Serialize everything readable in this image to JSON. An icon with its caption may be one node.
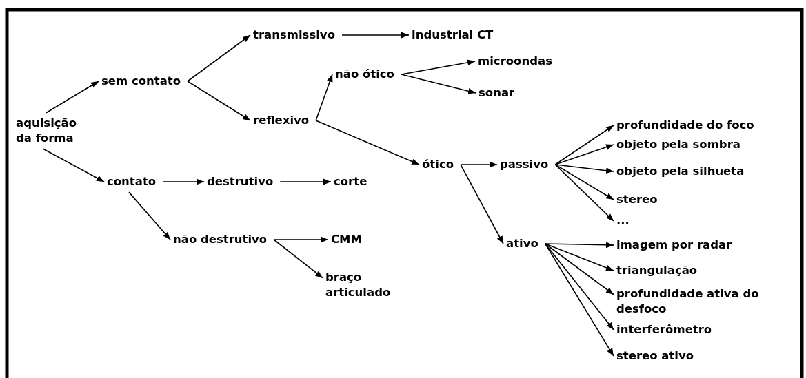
{
  "diagram": {
    "nodes": [
      {
        "text": [
          "aquisição da forma"
        ]
      },
      {
        "text": [
          "sem contato"
        ]
      },
      {
        "text": [
          "contato"
        ]
      },
      {
        "text": [
          "transmissivo"
        ]
      },
      {
        "text": [
          "reflexivo"
        ]
      },
      {
        "text": [
          "industrial CT"
        ]
      },
      {
        "text": [
          "não ótico"
        ]
      },
      {
        "text": [
          "microondas"
        ]
      },
      {
        "text": [
          "sonar"
        ]
      },
      {
        "text": [
          "destrutivo"
        ]
      },
      {
        "text": [
          "corte"
        ]
      },
      {
        "text": [
          "ótico"
        ]
      },
      {
        "text": [
          "passivo"
        ]
      },
      {
        "text": [
          "não destrutivo"
        ]
      },
      {
        "text": [
          "CMM"
        ]
      },
      {
        "text": [
          "braço articulado"
        ]
      },
      {
        "text": [
          "ativo"
        ]
      },
      {
        "text": [
          "profundidade do foco"
        ]
      },
      {
        "text": [
          "objeto pela sombra"
        ]
      },
      {
        "text": [
          "objeto pela silhueta"
        ]
      },
      {
        "text": [
          "stereo"
        ]
      },
      {
        "text": [
          "..."
        ]
      },
      {
        "text": [
          "imagem por radar"
        ]
      },
      {
        "text": [
          "triangulação"
        ]
      },
      {
        "text": [
          "profundidade ativa do desfoco"
        ]
      },
      {
        "text": [
          "interferômetro"
        ]
      },
      {
        "text": [
          "stereo ativo"
        ]
      }
    ],
    "edges": [
      {
        "from": 0,
        "to": 1,
        "arrow": "to"
      },
      {
        "from": 0,
        "to": 2,
        "arrow": "to"
      },
      {
        "from": 1,
        "to": 3,
        "arrow": "to"
      },
      {
        "from": 1,
        "to": 4,
        "arrow": "to"
      },
      {
        "from": 3,
        "to": 5,
        "arrow": "to"
      },
      {
        "from": 4,
        "to": 6,
        "arrow": "to"
      },
      {
        "from": 4,
        "to": 11,
        "arrow": "to"
      },
      {
        "from": 6,
        "to": 7,
        "arrow": "to"
      },
      {
        "from": 6,
        "to": 8,
        "arrow": "to"
      },
      {
        "from": 2,
        "to": 9,
        "arrow": "to"
      },
      {
        "from": 9,
        "to": 10,
        "arrow": "to"
      },
      {
        "from": 2,
        "to": 13,
        "arrow": "to"
      },
      {
        "from": 13,
        "to": 14,
        "arrow": "to"
      },
      {
        "from": 13,
        "to": 15,
        "arrow": "to"
      },
      {
        "from": 11,
        "to": 12,
        "arrow": "to"
      },
      {
        "from": 11,
        "to": 16,
        "arrow": "to"
      },
      {
        "from": 12,
        "to": 17,
        "arrow": "to"
      },
      {
        "from": 12,
        "to": 18,
        "arrow": "to"
      },
      {
        "from": 12,
        "to": 19,
        "arrow": "to"
      },
      {
        "from": 12,
        "to": 20,
        "arrow": "to"
      },
      {
        "from": 12,
        "to": 21,
        "arrow": "to"
      },
      {
        "from": 16,
        "to": 22,
        "arrow": "to"
      },
      {
        "from": 16,
        "to": 23,
        "arrow": "to"
      },
      {
        "from": 16,
        "to": 24,
        "arrow": "to"
      },
      {
        "from": 16,
        "to": 25,
        "arrow": "to"
      },
      {
        "from": 16,
        "to": 26,
        "arrow": "to"
      }
    ]
  }
}
